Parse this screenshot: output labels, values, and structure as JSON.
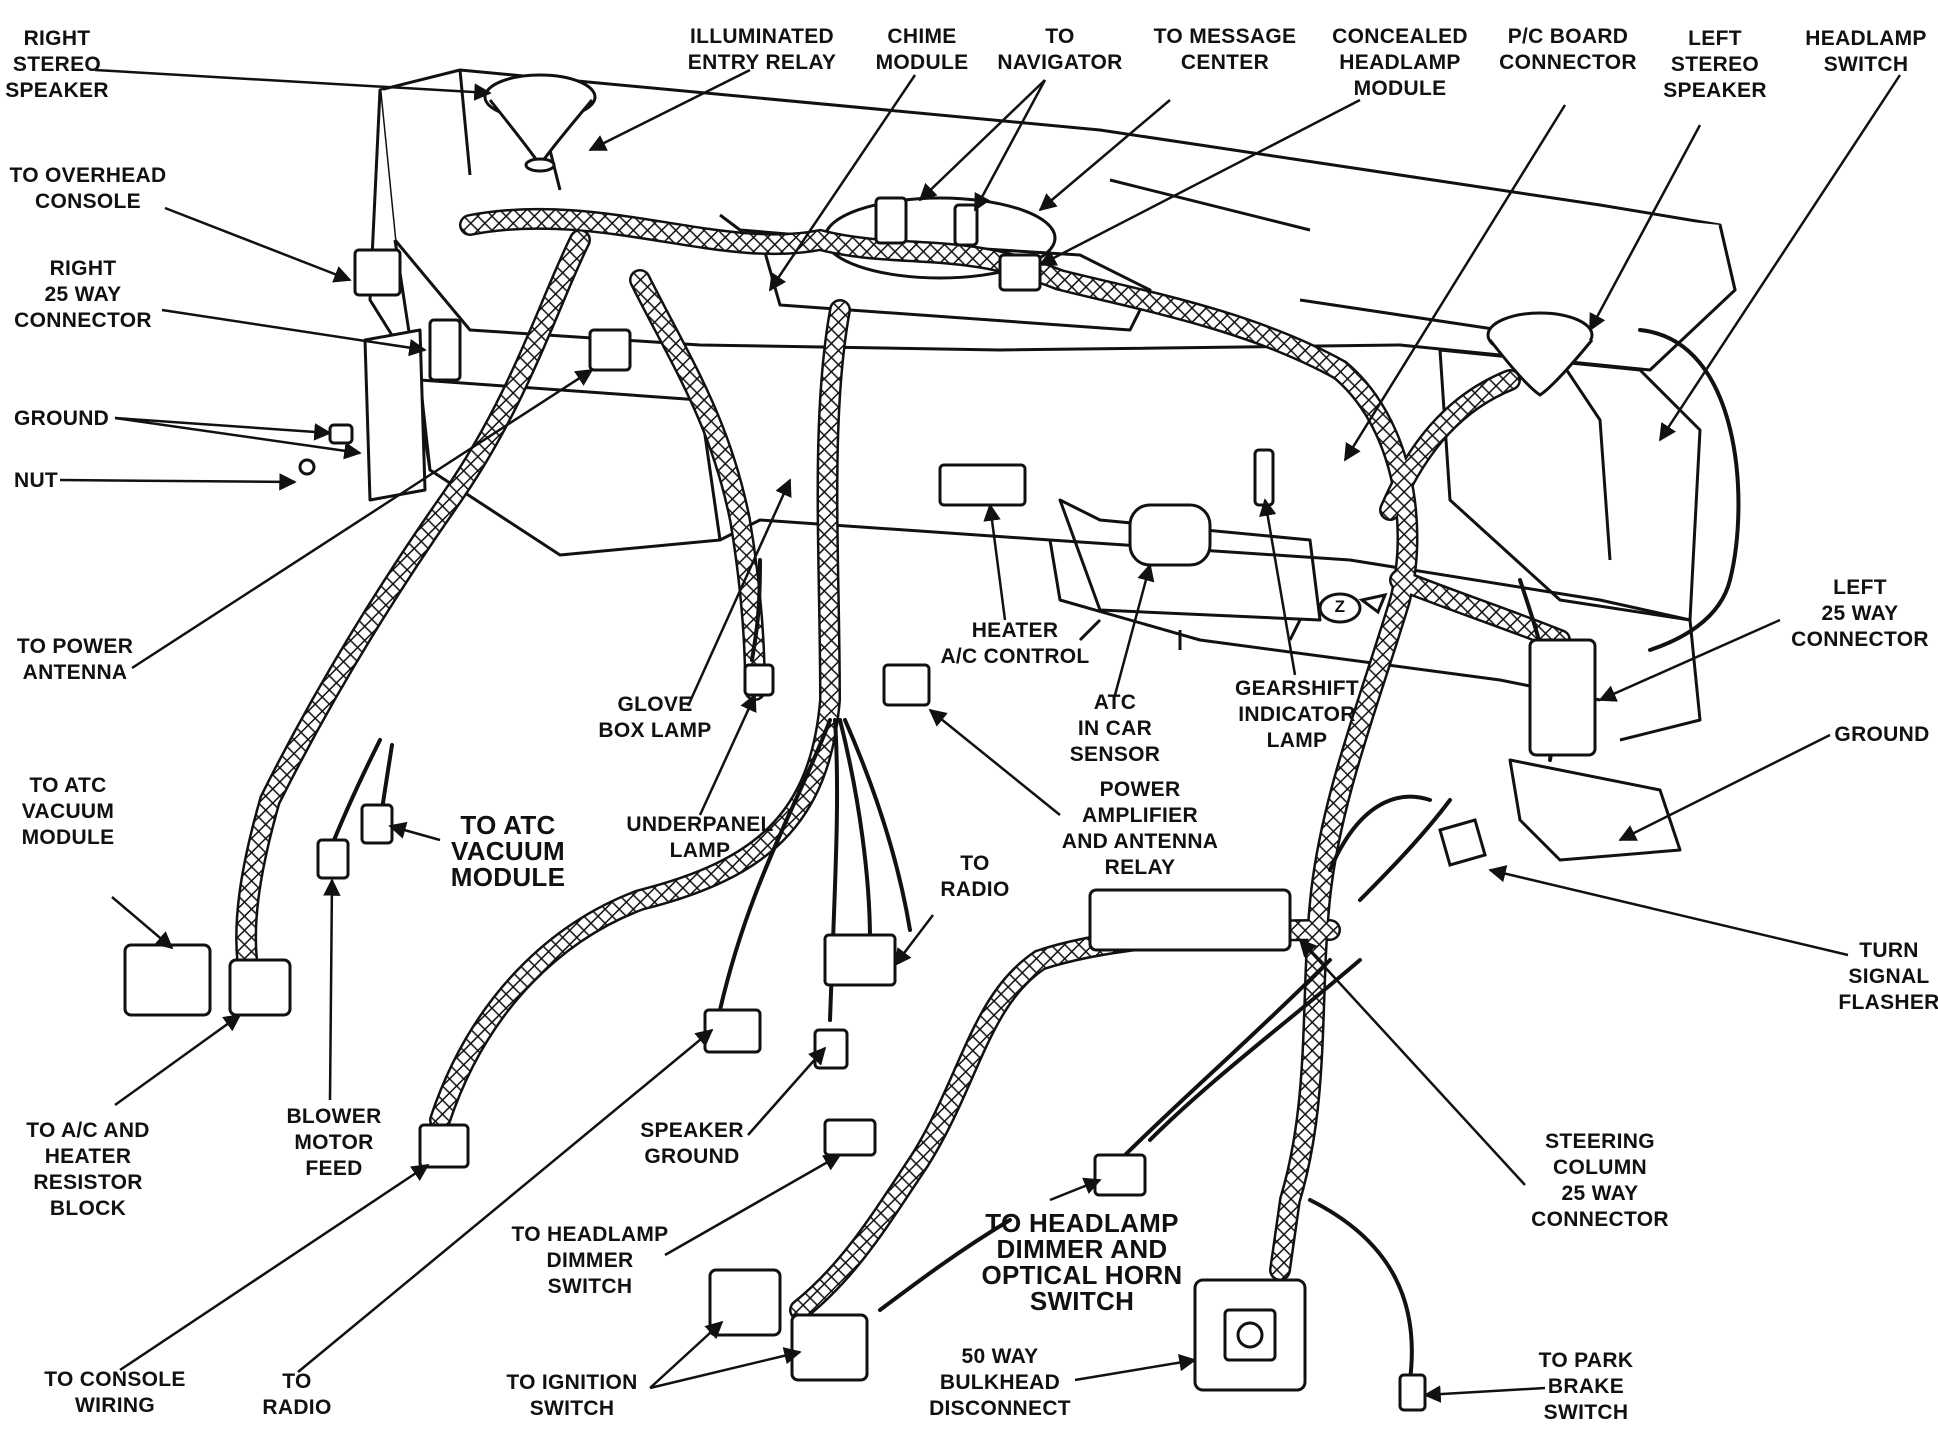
{
  "colors": {
    "ink": "#111111",
    "paper": "#ffffff",
    "dash": "#cfcfcf"
  },
  "labels": {
    "right_stereo_speaker": "RIGHT\nSTEREO\nSPEAKER",
    "illuminated_entry_relay": "ILLUMINATED\nENTRY RELAY",
    "chime_module": "CHIME\nMODULE",
    "to_navigator": "TO\nNAVIGATOR",
    "to_message_center": "TO MESSAGE\nCENTER",
    "concealed_headlamp_module": "CONCEALED\nHEADLAMP\nMODULE",
    "pc_board_connector": "P/C BOARD\nCONNECTOR",
    "left_stereo_speaker": "LEFT\nSTEREO\nSPEAKER",
    "headlamp_switch": "HEADLAMP\nSWITCH",
    "to_overhead_console": "TO OVERHEAD\nCONSOLE",
    "right_25_way_connector": "RIGHT\n25 WAY\nCONNECTOR",
    "ground_left": "GROUND",
    "nut": "NUT",
    "to_power_antenna": "TO POWER\nANTENNA",
    "to_atc_vacuum_module_left": "TO ATC\nVACUUM\nMODULE",
    "to_atc_vacuum_module_center": "TO ATC\nVACUUM\nMODULE",
    "glove_box_lamp": "GLOVE\nBOX LAMP",
    "heater_ac_control": "HEATER\nA/C CONTROL",
    "atc_in_car_sensor": "ATC\nIN CAR\nSENSOR",
    "gearshift_indicator_lamp": "GEARSHIFT\nINDICATOR\nLAMP",
    "left_25_way_connector": "LEFT\n25 WAY\nCONNECTOR",
    "ground_right": "GROUND",
    "underpanel_lamp": "UNDERPANEL\nLAMP",
    "power_amplifier_relay": "POWER\nAMPLIFIER\nAND ANTENNA\nRELAY",
    "to_radio_upper": "TO\nRADIO",
    "turn_signal_flasher": "TURN\nSIGNAL\nFLASHER",
    "to_ac_heater_resistor_block": "TO A/C AND\nHEATER\nRESISTOR\nBLOCK",
    "blower_motor_feed": "BLOWER\nMOTOR\nFEED",
    "speaker_ground": "SPEAKER\nGROUND",
    "steering_column_25_way_connector": "STEERING\nCOLUMN\n25 WAY\nCONNECTOR",
    "to_headlamp_dimmer_switch": "TO HEADLAMP\nDIMMER\nSWITCH",
    "to_headlamp_dimmer_optical_horn": "TO HEADLAMP\nDIMMER AND\nOPTICAL HORN\nSWITCH",
    "to_console_wiring": "TO CONSOLE\nWIRING",
    "to_radio_lower": "TO\nRADIO",
    "to_ignition_switch": "TO IGNITION\nSWITCH",
    "bulkhead_disconnect": "50 WAY\nBULKHEAD\nDISCONNECT",
    "to_park_brake_switch": "TO PARK\nBRAKE\nSWITCH",
    "z_marker": "Z"
  }
}
